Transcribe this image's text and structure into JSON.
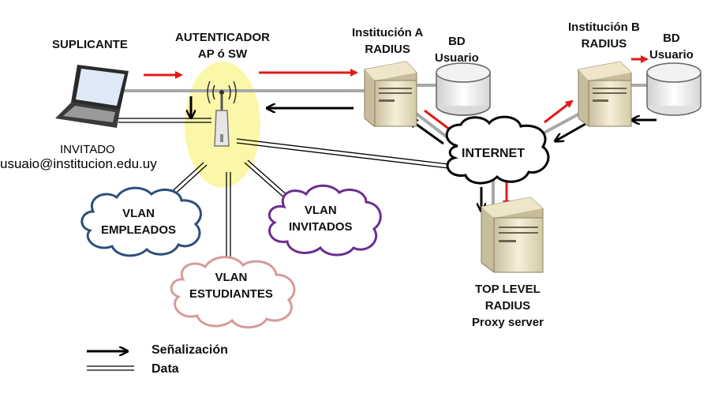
{
  "labels": {
    "suplicante": "SUPLICANTE",
    "autenticador_1": "AUTENTICADOR",
    "autenticador_2": "AP ó SW",
    "inst_a_1": "Institución A",
    "inst_a_2": "RADIUS",
    "bd_a_1": "BD",
    "bd_a_2": "Usuario",
    "inst_b_1": "Institución B",
    "inst_b_2": "RADIUS",
    "bd_b_1": "BD",
    "bd_b_2": "Usuario",
    "invitado": "INVITADO",
    "email": "usuaio@institucion.edu.uy",
    "internet": "INTERNET",
    "vlan_empleados_1": "VLAN",
    "vlan_empleados_2": "EMPLEADOS",
    "vlan_invitados_1": "VLAN",
    "vlan_invitados_2": "INVITADOS",
    "vlan_estudiantes_1": "VLAN",
    "vlan_estudiantes_2": "ESTUDIANTES",
    "top_level_1": "TOP LEVEL",
    "top_level_2": "RADIUS",
    "top_level_3": "Proxy server"
  },
  "legend": {
    "senalizacion": "Señalización",
    "data": "Data"
  },
  "colors": {
    "red_arrow": "#e31a1a",
    "black_arrow": "#000000",
    "ap_bubble": "#fbf7a8",
    "cloud_empleados": "#2d4f7c",
    "cloud_invitados": "#6b2f8f",
    "cloud_estudiantes": "#d89a9a",
    "server_body": "#ede4c7"
  }
}
